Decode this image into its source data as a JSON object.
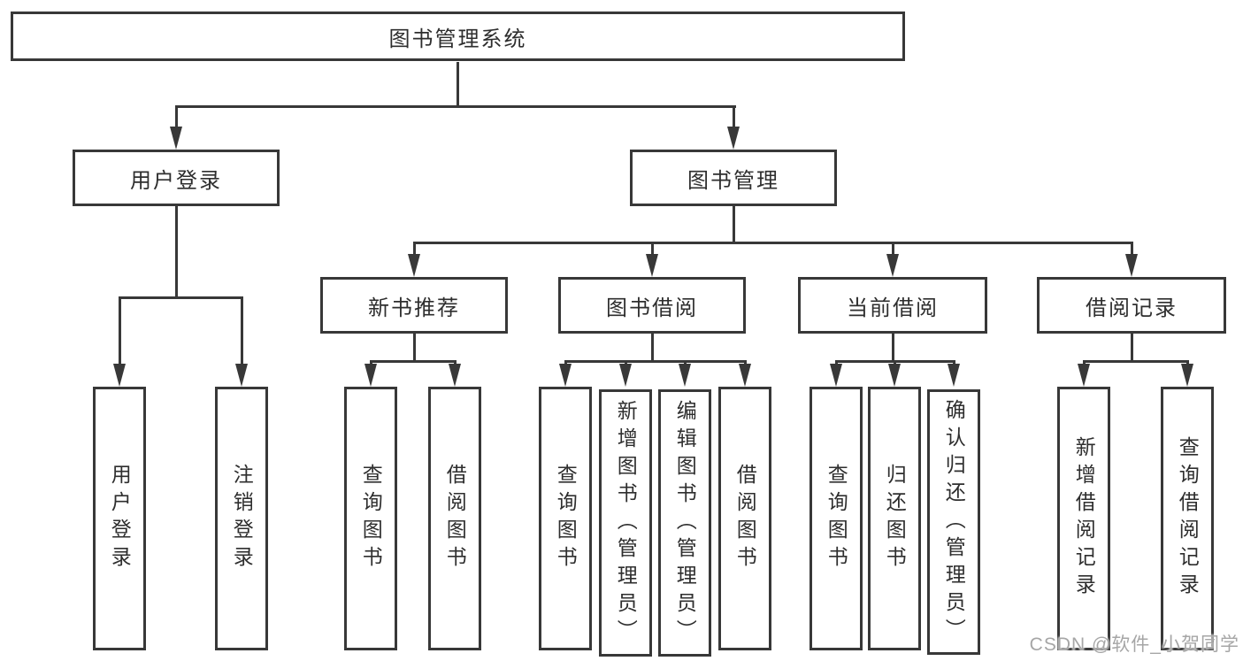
{
  "nodes": {
    "root": "图书管理系统",
    "user_login": "用户登录",
    "book_management": "图书管理",
    "new_book_recommend": "新书推荐",
    "book_borrow": "图书借阅",
    "current_borrow": "当前借阅",
    "borrow_records": "借阅记录",
    "ul_user_login": "用户登录",
    "ul_logout": "注销登录",
    "nb_query_books": "查询图书",
    "nb_borrow_books": "借阅图书",
    "bb_query_books": "查询图书",
    "bb_add_books_admin": "新增图书（管理员）",
    "bb_edit_books_admin": "编辑图书（管理员）",
    "bb_borrow_books": "借阅图书",
    "cb_query_books": "查询图书",
    "cb_return_books": "归还图书",
    "cb_confirm_return_admin": "确认归还（管理员）",
    "br_add_record": "新增借阅记录",
    "br_query_record": "查询借阅记录"
  },
  "hierarchy": {
    "图书管理系统": {
      "用户登录": [
        "用户登录",
        "注销登录"
      ],
      "图书管理": {
        "新书推荐": [
          "查询图书",
          "借阅图书"
        ],
        "图书借阅": [
          "查询图书",
          "新增图书（管理员）",
          "编辑图书（管理员）",
          "借阅图书"
        ],
        "当前借阅": [
          "查询图书",
          "归还图书",
          "确认归还（管理员）"
        ],
        "借阅记录": [
          "新增借阅记录",
          "查询借阅记录"
        ]
      }
    }
  },
  "watermark": {
    "text": "CSDN @软件_小贺同学"
  },
  "colors": {
    "line": "#383838",
    "text": "#2e2e2e",
    "wm": "#a6a6a6",
    "bg": "#ffffff"
  }
}
